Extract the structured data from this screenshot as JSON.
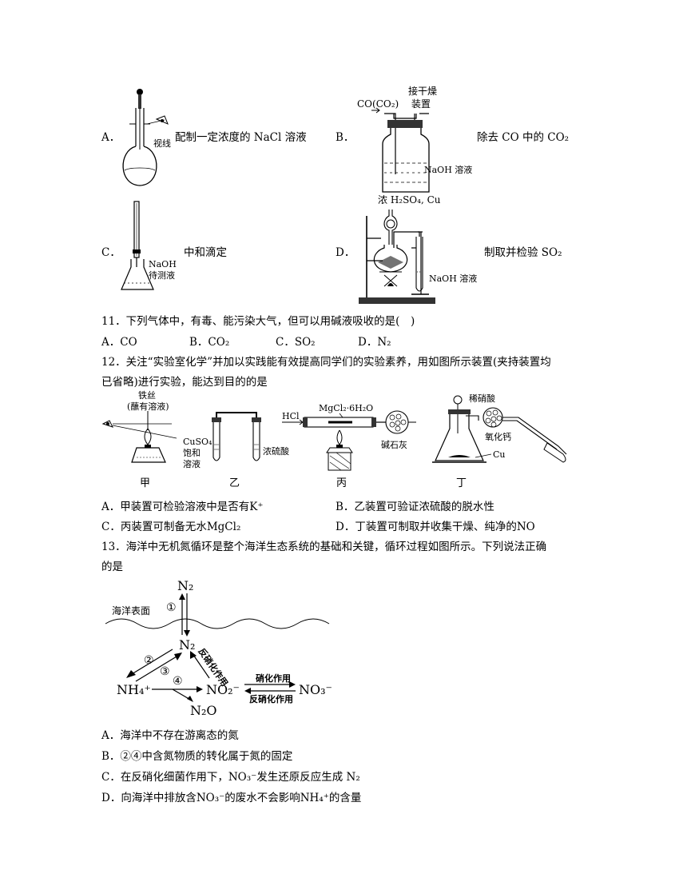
{
  "q10": {
    "a": {
      "letter": "A．",
      "caption": "配制一定浓度的 NaCl 溶液",
      "label_shixian": "视线"
    },
    "b": {
      "letter": "B．",
      "caption": "除去 CO 中的 CO₂",
      "label_in": "CO(CO₂)",
      "label_out1": "接干燥",
      "label_out2": "装置",
      "label_sol": "NaOH 溶液"
    },
    "c": {
      "letter": "C．",
      "caption": "中和滴定",
      "label_naoh": "NaOH",
      "label_sol": "待测液"
    },
    "d": {
      "letter": "D．",
      "caption": "制取并检验 SO₂",
      "label_top": "浓 H₂SO₄, Cu",
      "label_sol": "NaOH 溶液"
    }
  },
  "q11": {
    "stem": "11．下列气体中，有毒、能污染大气，但可以用碱液吸收的是(　)",
    "options": [
      "A．CO",
      "B．CO₂",
      "C．SO₂",
      "D．N₂"
    ]
  },
  "q12": {
    "stem_line1": "12．关注“实验室化学”并加以实践能有效提高同学们的实验素养，用如图所示装置(夹持装置均",
    "stem_line2": "已省略)进行实验，能达到目的的是",
    "fig": {
      "jia_label1": "铁丝",
      "jia_label2": "(蘸有溶液)",
      "yi_label1": "CuSO₄",
      "yi_label2": "饱和",
      "yi_label3": "溶液",
      "yi_label4": "浓硫酸",
      "bing_hcl": "HCl",
      "bing_mg": "MgCl₂·6H₂O",
      "bing_lime": "碱石灰",
      "ding_acid": "稀硝酸",
      "ding_cao": "氧化钙",
      "ding_cu": "Cu",
      "cap_jia": "甲",
      "cap_yi": "乙",
      "cap_bing": "丙",
      "cap_ding": "丁"
    },
    "options": [
      "A．甲装置可检验溶液中是否有K⁺",
      "B．乙装置可验证浓硫酸的脱水性",
      "C．丙装置可制备无水MgCl₂",
      "D．丁装置可制取并收集干燥、纯净的NO"
    ]
  },
  "q13": {
    "stem_line1": "13．海洋中无机氮循环是整个海洋生态系统的基础和关键，循环过程如图所示。下列说法正确",
    "stem_line2": "的是",
    "fig": {
      "n2_top": "N₂",
      "sea_label": "海洋表面",
      "n1": "①",
      "n2_mid": "N₂",
      "n_2": "②",
      "n_3": "③",
      "n_4": "④",
      "denit_diag": "反硝化作用",
      "nh4": "NH₄⁺",
      "no2": "NO₂⁻",
      "n2o": "N₂O",
      "no3": "NO₃⁻",
      "nitri": "硝化作用",
      "denit": "反硝化作用"
    },
    "options": [
      "A．海洋中不存在游离态的氮",
      "B．②④中含氮物质的转化属于氮的固定",
      "C．在反硝化细菌作用下，NO₃⁻发生还原反应生成 N₂",
      "D．向海洋中排放含NO₃⁻的废水不会影响NH₄⁺的含量"
    ]
  }
}
